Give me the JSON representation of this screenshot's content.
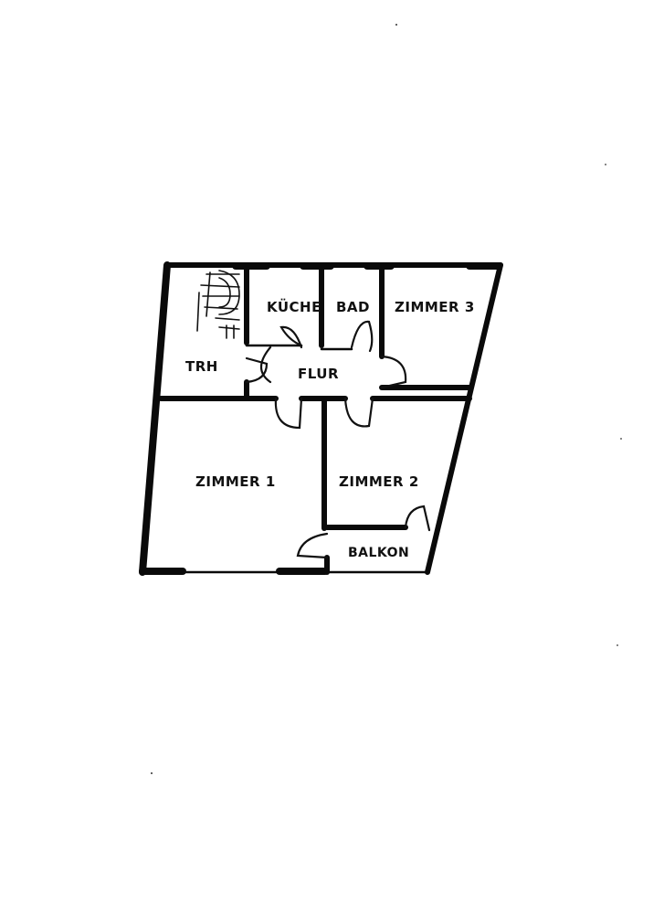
{
  "colors": {
    "ink": "#0a0a0a",
    "paper": "#ffffff"
  },
  "rooms": {
    "kueche": "KÜCHE",
    "bad": "BAD",
    "zimmer3": "ZIMMER 3",
    "trh": "TRH",
    "flur": "FLUR",
    "zimmer1": "ZIMMER 1",
    "zimmer2": "ZIMMER 2",
    "balkon": "BALKON"
  }
}
